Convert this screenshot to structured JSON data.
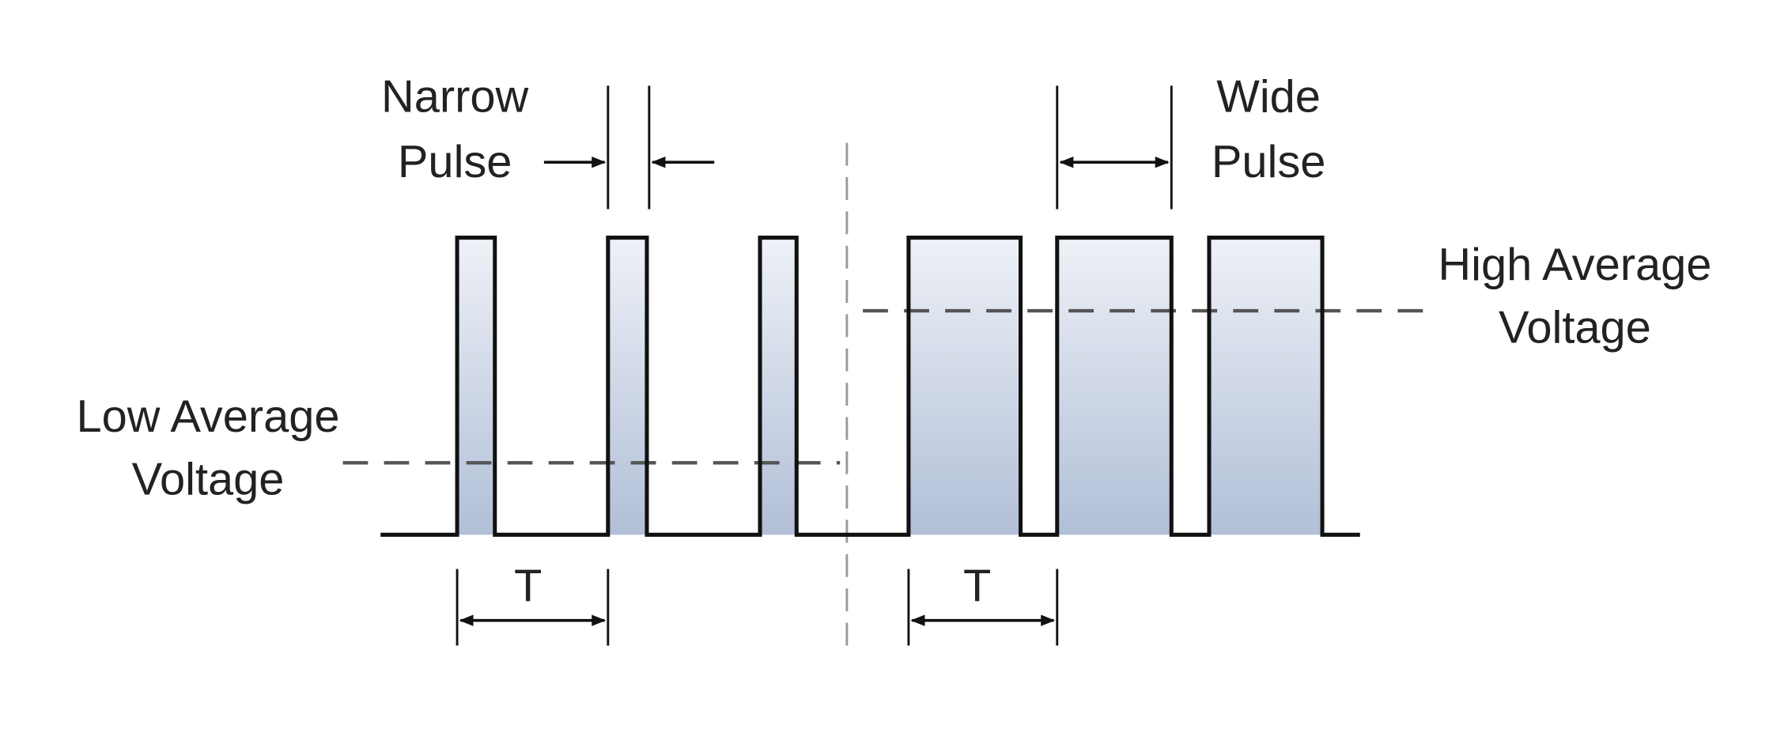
{
  "labels": {
    "narrow_line1": "Narrow",
    "narrow_line2": "Pulse",
    "wide_line1": "Wide",
    "wide_line2": "Pulse",
    "high_line1": "High Average",
    "high_line2": "Voltage",
    "low_line1": "Low Average",
    "low_line2": "Voltage",
    "period_left": "T",
    "period_right": "T"
  },
  "colors": {
    "fill_top": "#eef1f7",
    "fill_bottom": "#b1bfd7",
    "line": "#111111",
    "average_line": "#555555"
  }
}
